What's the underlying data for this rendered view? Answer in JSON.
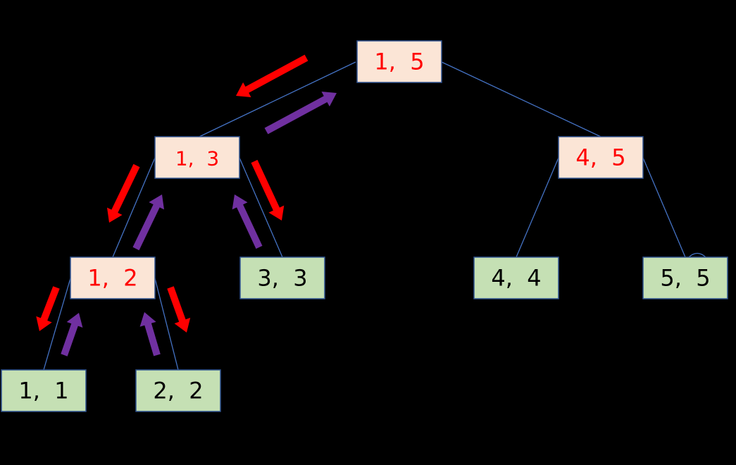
{
  "colors": {
    "background": "#000000",
    "edge": "#4472c4",
    "node_border": "#2f528f",
    "internal_fill": "#fbe5d6",
    "internal_text": "#ff0000",
    "leaf_fill": "#c5e0b4",
    "leaf_text": "#000000",
    "down_arrow": "#ff0000",
    "up_arrow": "#7030a0"
  },
  "nodes": [
    {
      "id": "n15",
      "label": "1,  5",
      "kind": "internal",
      "active": true
    },
    {
      "id": "n13",
      "label": "1,  3",
      "kind": "internal",
      "active": true
    },
    {
      "id": "n45",
      "label": "4,  5",
      "kind": "internal",
      "active": true
    },
    {
      "id": "n12",
      "label": "1,  2",
      "kind": "internal",
      "active": true
    },
    {
      "id": "n33",
      "label": "3,  3",
      "kind": "leaf",
      "active": false
    },
    {
      "id": "n44",
      "label": "4,  4",
      "kind": "leaf",
      "active": false
    },
    {
      "id": "n55",
      "label": "5,  5",
      "kind": "leaf",
      "active": false
    },
    {
      "id": "n11",
      "label": "1,  1",
      "kind": "leaf",
      "active": false
    },
    {
      "id": "n22",
      "label": "2,  2",
      "kind": "leaf",
      "active": false
    }
  ],
  "edges": [
    {
      "from": "n15",
      "to": "n13"
    },
    {
      "from": "n15",
      "to": "n45"
    },
    {
      "from": "n13",
      "to": "n12"
    },
    {
      "from": "n13",
      "to": "n33"
    },
    {
      "from": "n45",
      "to": "n44"
    },
    {
      "from": "n45",
      "to": "n55"
    },
    {
      "from": "n12",
      "to": "n11"
    },
    {
      "from": "n12",
      "to": "n22"
    }
  ],
  "traversal_arrows": [
    {
      "from": "n15",
      "to": "n13",
      "direction": "down"
    },
    {
      "from": "n13",
      "to": "n15",
      "direction": "up"
    },
    {
      "from": "n13",
      "to": "n12",
      "direction": "down"
    },
    {
      "from": "n12",
      "to": "n13",
      "direction": "up"
    },
    {
      "from": "n13",
      "to": "n33",
      "direction": "down"
    },
    {
      "from": "n33",
      "to": "n13",
      "direction": "up"
    },
    {
      "from": "n12",
      "to": "n11",
      "direction": "down"
    },
    {
      "from": "n11",
      "to": "n12",
      "direction": "up"
    },
    {
      "from": "n12",
      "to": "n22",
      "direction": "down"
    },
    {
      "from": "n22",
      "to": "n12",
      "direction": "up"
    }
  ]
}
